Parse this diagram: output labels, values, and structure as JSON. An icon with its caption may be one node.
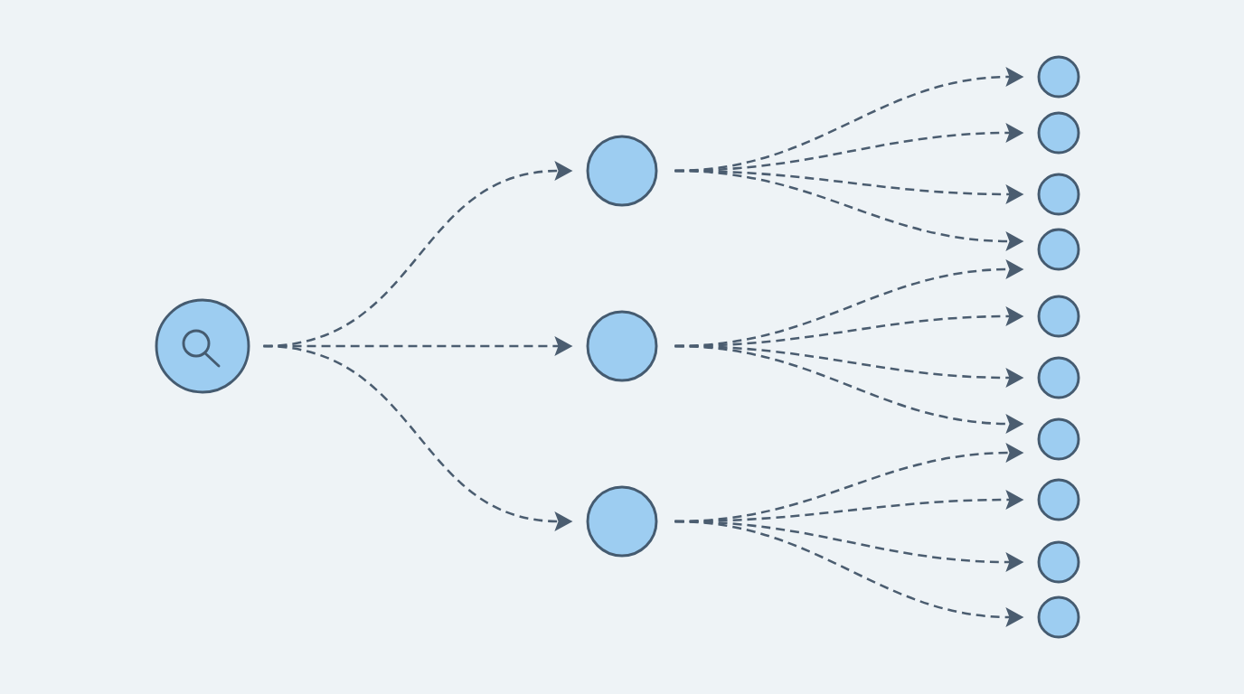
{
  "diagram": {
    "nodes": [
      {
        "text": [],
        "shape": "circle"
      },
      {
        "text": [],
        "shape": "circle"
      },
      {
        "text": [],
        "shape": "circle"
      },
      {
        "text": [],
        "shape": "circle"
      },
      {
        "text": [],
        "shape": "circle"
      },
      {
        "text": [],
        "shape": "circle"
      },
      {
        "text": [],
        "shape": "circle"
      },
      {
        "text": [],
        "shape": "circle"
      },
      {
        "text": [],
        "shape": "circle"
      },
      {
        "text": [],
        "shape": "circle"
      },
      {
        "text": [],
        "shape": "circle"
      },
      {
        "text": [],
        "shape": "circle"
      },
      {
        "text": [],
        "shape": "circle"
      },
      {
        "text": [],
        "shape": "circle"
      }
    ],
    "edges": [
      {
        "from": 0,
        "to": 1,
        "arrow": "to",
        "style": "dashed"
      },
      {
        "from": 0,
        "to": 2,
        "arrow": "to",
        "style": "dashed"
      },
      {
        "from": 0,
        "to": 3,
        "arrow": "to",
        "style": "dashed"
      },
      {
        "from": 1,
        "to": 4,
        "arrow": "to",
        "style": "dashed"
      },
      {
        "from": 1,
        "to": 5,
        "arrow": "to",
        "style": "dashed"
      },
      {
        "from": 1,
        "to": 6,
        "arrow": "to",
        "style": "dashed"
      },
      {
        "from": 1,
        "to": 7,
        "arrow": "to",
        "style": "dashed"
      },
      {
        "from": 2,
        "to": 7,
        "arrow": "to",
        "style": "dashed"
      },
      {
        "from": 2,
        "to": 8,
        "arrow": "to",
        "style": "dashed"
      },
      {
        "from": 2,
        "to": 9,
        "arrow": "to",
        "style": "dashed"
      },
      {
        "from": 2,
        "to": 10,
        "arrow": "to",
        "style": "dashed"
      },
      {
        "from": 3,
        "to": 10,
        "arrow": "to",
        "style": "dashed"
      },
      {
        "from": 3,
        "to": 11,
        "arrow": "to",
        "style": "dashed"
      },
      {
        "from": 3,
        "to": 12,
        "arrow": "to",
        "style": "dashed"
      },
      {
        "from": 3,
        "to": 13,
        "arrow": "to",
        "style": "dashed"
      }
    ]
  }
}
